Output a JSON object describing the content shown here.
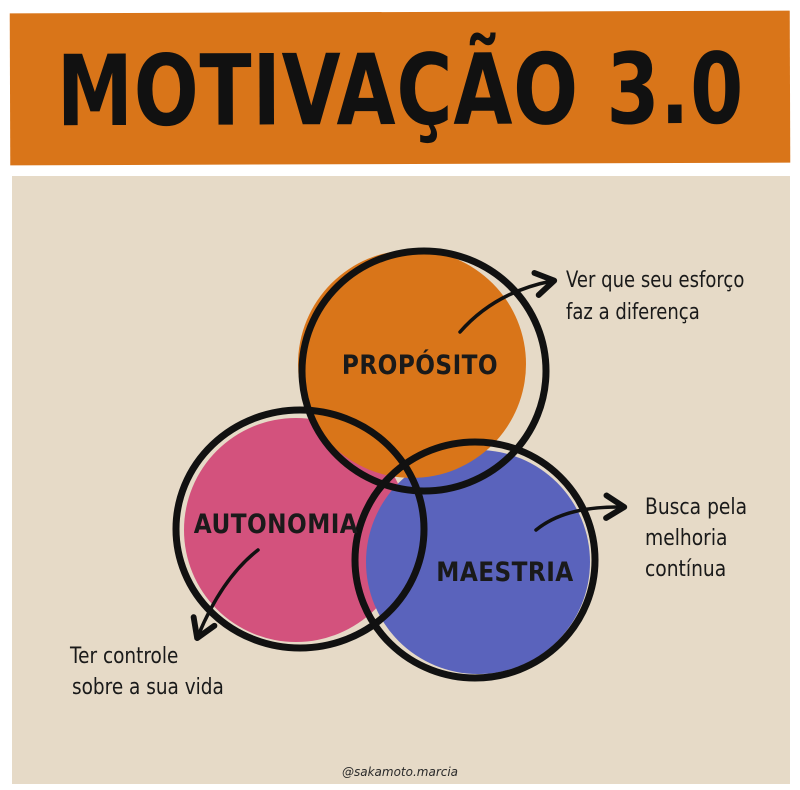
{
  "header": {
    "title": "MOTIVAÇÃO 3.0",
    "background_color": "#D97519"
  },
  "panel": {
    "background_color": "#E6DAC7"
  },
  "diagram": {
    "type": "venn",
    "circles": [
      {
        "id": "autonomia",
        "label": "AUTONOMIA",
        "fill_color": "#D3527D",
        "annotation_lines": [
          "Ter controle",
          "sobre a sua vida"
        ]
      },
      {
        "id": "maestria",
        "label": "MAESTRIA",
        "fill_color": "#5A63BC",
        "annotation_lines": [
          "Busca pela",
          "melhoria",
          "contínua"
        ]
      },
      {
        "id": "proposito",
        "label": "PROPÓSITO",
        "fill_color": "#D97519",
        "annotation_lines": [
          "Ver que seu esforço",
          "faz a diferença"
        ]
      }
    ],
    "outline_color": "#111111"
  },
  "footer": {
    "credit": "@sakamoto.marcia"
  }
}
